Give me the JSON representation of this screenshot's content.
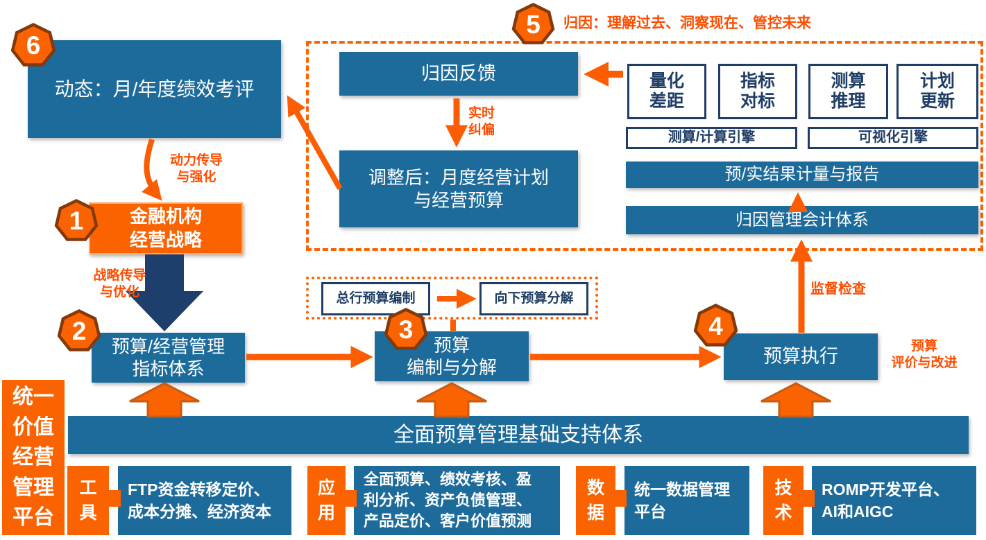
{
  "colors": {
    "blue": "#1C6B9B",
    "navy": "#1F3D65",
    "orange": "#FB6300",
    "label_orange": "#FF4D00",
    "badge_border": "#84390A",
    "arrow_border": "#C75B11"
  },
  "steps": {
    "s1": "1",
    "s2": "2",
    "s3": "3",
    "s4": "4",
    "s5": "5",
    "s6": "6"
  },
  "left_flow": {
    "dynamic_box": "动态：月/年度绩效考评",
    "momentum_label": "动力传导\n与强化",
    "strategy_box": "金融机构\n经营战略",
    "strategy_label": "战略传导\n与优化",
    "indicator_box": "预算/经营管理\n指标体系"
  },
  "attribution_region": {
    "title": "归因：理解过去、洞察现在、管控未来",
    "feedback_box": "归因反馈",
    "realtime_label": "实时\n纠偏",
    "adjusted_box": "调整后：月度经营计划\n与经营预算",
    "capabilities": [
      "量化\n差距",
      "指标\n对标",
      "测算\n推理",
      "计划\n更新"
    ],
    "engines": [
      "测算/计算引擎",
      "可视化引擎"
    ],
    "report_box": "预/实结果计量与报告",
    "accounting_box": "归因管理会计体系"
  },
  "budget_flow": {
    "dotted_left": "总行预算编制",
    "dotted_right": "向下预算分解",
    "compile_box": "预算\n编制与分解",
    "execution_box": "预算执行",
    "evaluation_label": "预算\n评价与改进",
    "supervision_label": "监督检查"
  },
  "foundation": {
    "sidebar": "统一\n价值\n经营\n管理\n平台",
    "support_bar": "全面预算管理基础支持体系",
    "items": [
      {
        "tab": "工\n具",
        "content": "FTP资金转移定价、\n成本分摊、经济资本"
      },
      {
        "tab": "应\n用",
        "content": "全面预算、绩效考核、盈\n利分析、资产负债管理、\n产品定价、客户价值预测"
      },
      {
        "tab": "数\n据",
        "content": "统一数据管理\n平台"
      },
      {
        "tab": "技\n术",
        "content": "ROMP开发平台、\nAI和AIGC"
      }
    ]
  }
}
